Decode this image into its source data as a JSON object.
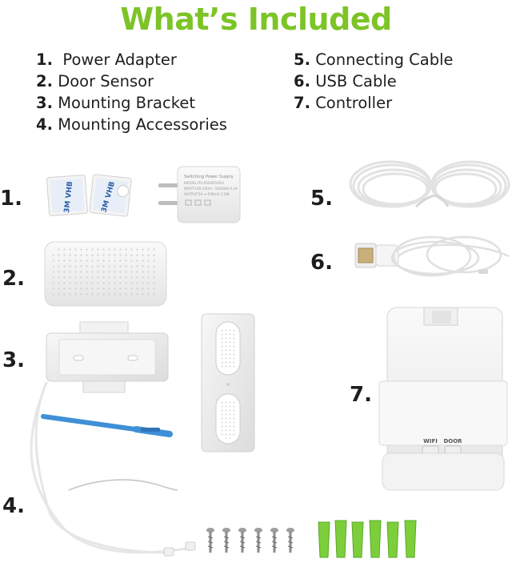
{
  "title": "What’s Included",
  "colors": {
    "title": "#7cc427",
    "text": "#1e1e1e",
    "anchor_green": "#7ccf3b",
    "tool_blue": "#3f8fd6"
  },
  "items_left": [
    {
      "num": "1.",
      "label": "Power Adapter"
    },
    {
      "num": "2.",
      "label": "Door Sensor"
    },
    {
      "num": "3.",
      "label": "Mounting Bracket"
    },
    {
      "num": "4.",
      "label": "Mounting Accessories"
    }
  ],
  "items_right": [
    {
      "num": "5.",
      "label": "Connecting Cable"
    },
    {
      "num": "6.",
      "label": "USB Cable"
    },
    {
      "num": "7.",
      "label": "Controller"
    }
  ],
  "photo_labels": [
    "1.",
    "2.",
    "3.",
    "4.",
    "5.",
    "6.",
    "7."
  ],
  "adapter_text": {
    "line1": "Switching Power Supply",
    "line2": "MODEL:P5-050S0500U",
    "line3": "INPUT:100-240V~ 50/60Hz 0.2A",
    "line4": "OUTPUT:5V ⎓ 500mA 2.5W"
  },
  "controller_buttons": {
    "left": "WIFI",
    "right": "DOOR"
  }
}
